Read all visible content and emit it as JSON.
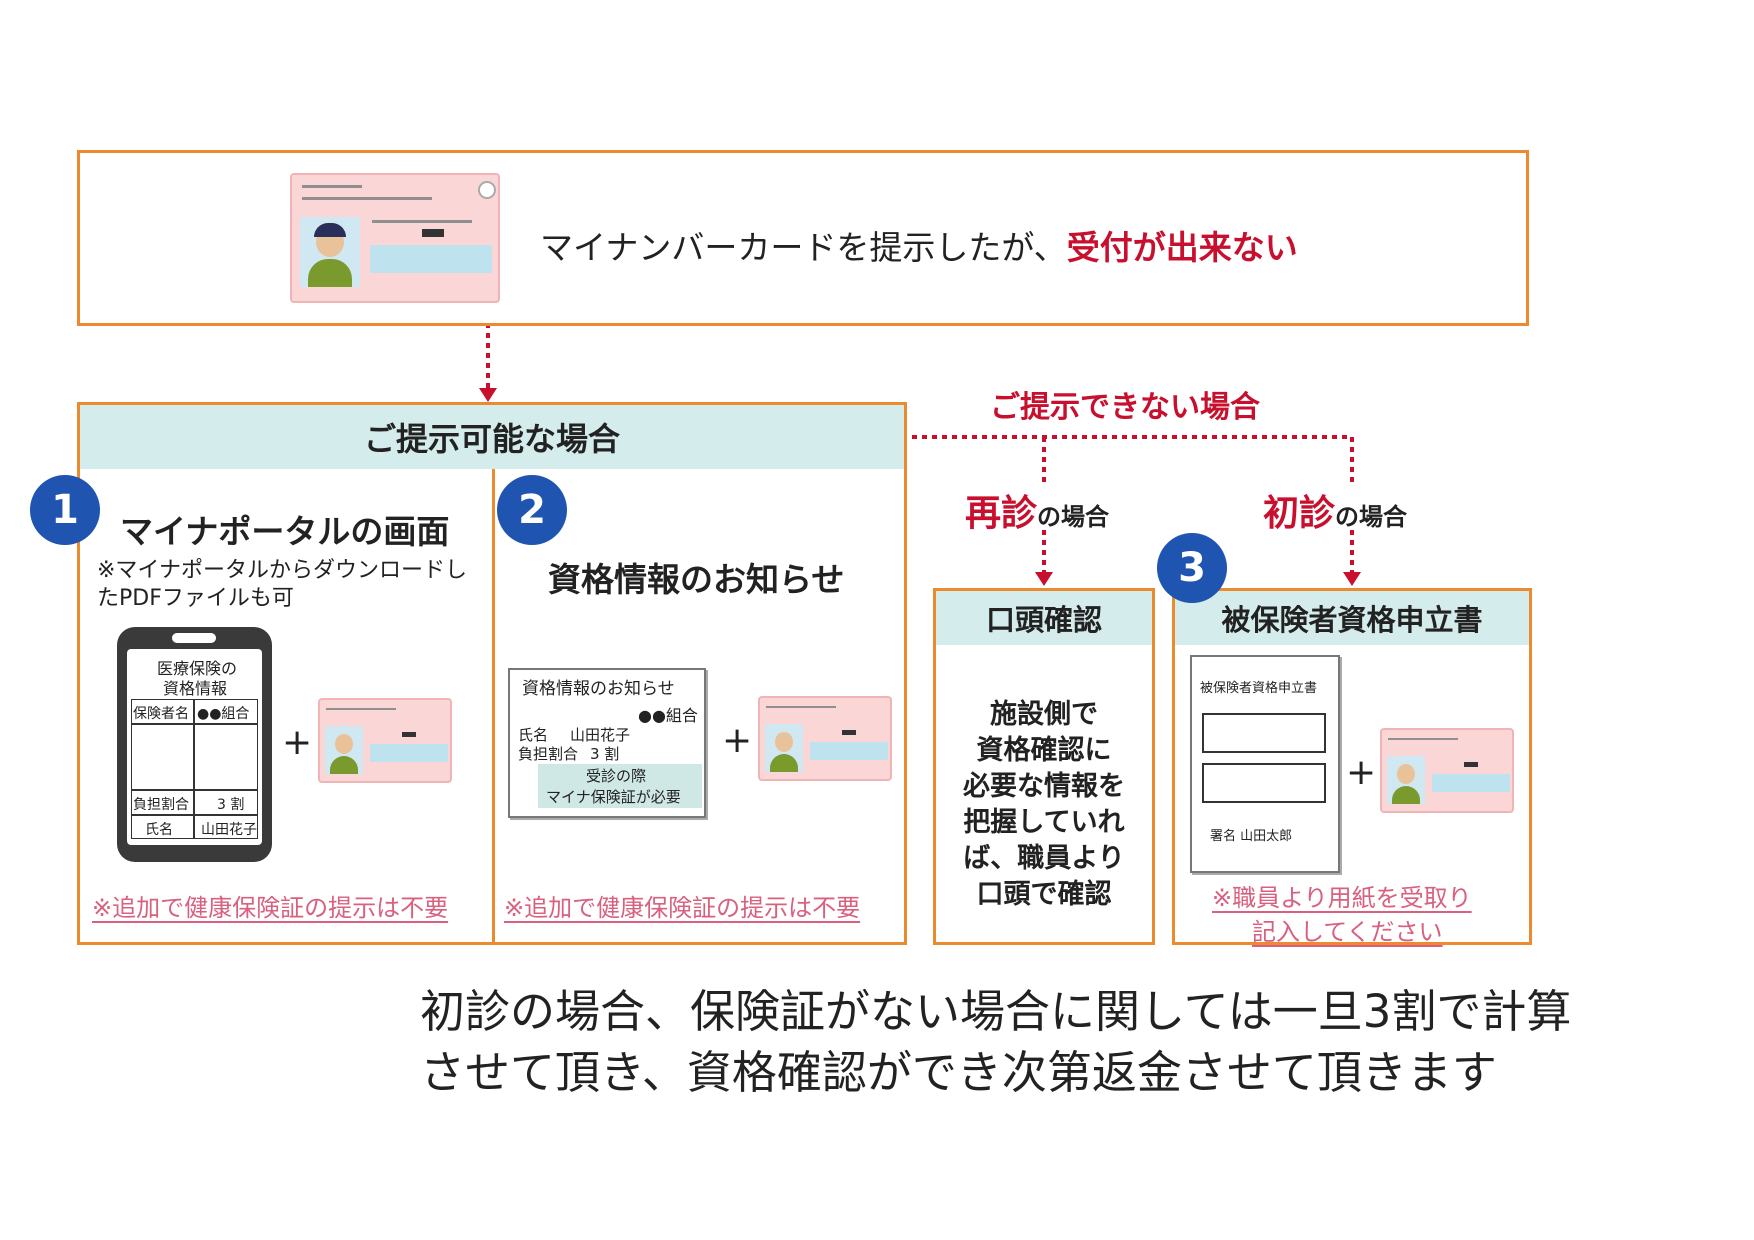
{
  "top": {
    "text_before": "マイナンバーカードを提示したが、",
    "text_emphasis": "受付が出来ない"
  },
  "can_present": {
    "header": "ご提示可能な場合"
  },
  "cannot_present": {
    "label": "ご提示できない場合"
  },
  "option1": {
    "number": "1",
    "title": "マイナポータルの画面",
    "sub_line1": "※マイナポータルからダウンロードし",
    "sub_line2": "たPDFファイルも可",
    "phone_title_line1": "医療保険の",
    "phone_title_line2": "資格情報",
    "row1_label": "保険者名",
    "row1_value": "●●組合",
    "row2_label": "負担割合",
    "row2_value": "3 割",
    "row3_label": "氏名",
    "row3_value": "山田花子",
    "plus": "+",
    "note": "※追加で健康保険証の提示は不要"
  },
  "option2": {
    "number": "2",
    "title": "資格情報のお知らせ",
    "doc_title": "資格情報のお知らせ",
    "doc_insurer": "●●組合",
    "doc_name_label": "氏名",
    "doc_name_value": "山田花子",
    "doc_ratio_label": "負担割合",
    "doc_ratio_value": "3 割",
    "doc_notice_line1": "受診の際",
    "doc_notice_line2": "マイナ保険証が必要",
    "plus": "+",
    "note": "※追加で健康保険証の提示は不要"
  },
  "revisit": {
    "label_strong": "再診",
    "label_suffix": "の場合",
    "header": "口頭確認",
    "body_lines": [
      "施設側で",
      "資格確認に",
      "必要な情報を",
      "把握していれ",
      "ば、職員より",
      "口頭で確認"
    ]
  },
  "first_visit": {
    "label_strong": "初診",
    "label_suffix": "の場合",
    "number": "3",
    "header": "被保険者資格申立書",
    "form_title": "被保険者資格申立書",
    "form_signature": "署名 山田太郎",
    "plus": "+",
    "note_line1": "※職員より用紙を受取り",
    "note_line2": "記入してください"
  },
  "footer": {
    "line1": "初診の場合、保険証がない場合に関しては一旦3割で計算",
    "line2": "させて頂き、資格確認ができ次第返金させて頂きます"
  },
  "colors": {
    "border_orange": "#ec8a2f",
    "header_teal": "#d4eceb",
    "accent_red": "#c8102e",
    "badge_blue": "#1f55b0",
    "note_pink": "#d9607e"
  }
}
